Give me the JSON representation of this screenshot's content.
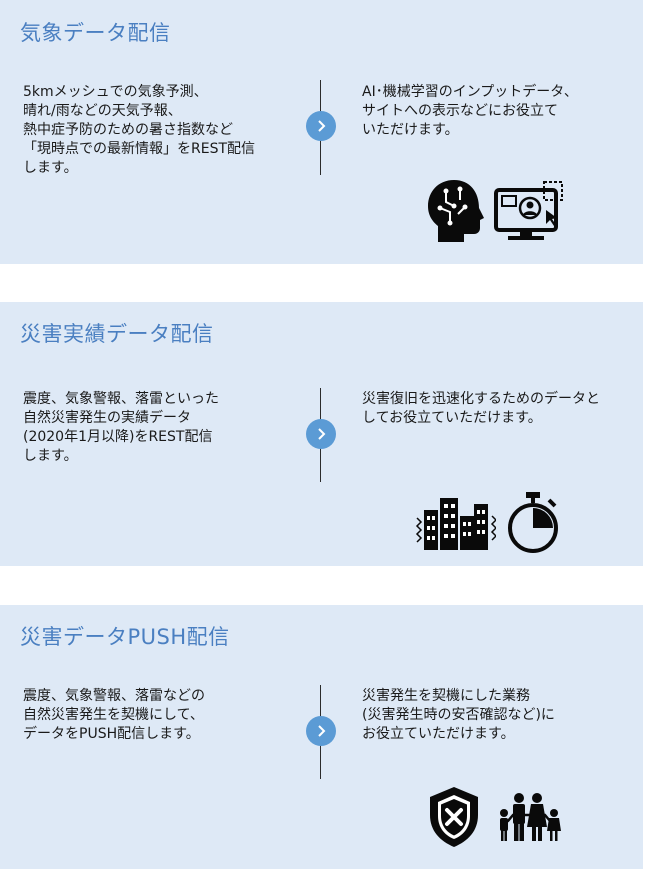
{
  "sections": [
    {
      "title": "気象データ配信",
      "left_text": "5kmメッシュでの気象予測、\n晴れ/雨などの天気予報、\n熱中症予防のための暑さ指数など\n「現時点での最新情報」をREST配信\nします。",
      "right_text": "AI･機械学習のインプットデータ、\nサイトへの表示などにお役立て\nいただけます。",
      "icons": [
        "ai-head-icon",
        "monitor-user-icon"
      ]
    },
    {
      "title": "災害実績データ配信",
      "left_text": "震度、気象警報、落雷といった\n自然災害発生の実績データ\n(2020年1月以降)をREST配信\nします。",
      "right_text": "災害復旧を迅速化するためのデータと\nしてお役立ていただけます。",
      "icons": [
        "shaking-buildings-icon",
        "stopwatch-icon"
      ]
    },
    {
      "title": "災害データPUSH配信",
      "left_text": "震度、気象警報、落雷などの\n自然災害発生を契機にして、\nデータをPUSH配信します。",
      "right_text": "災害発生を契機にした業務\n(災害発生時の安否確認など)に\nお役立ていただけます。",
      "icons": [
        "shield-x-icon",
        "family-icon"
      ]
    }
  ],
  "colors": {
    "panel_bg": "#dee9f6",
    "title": "#4a7fc1",
    "arrow": "#5b9bd5"
  }
}
